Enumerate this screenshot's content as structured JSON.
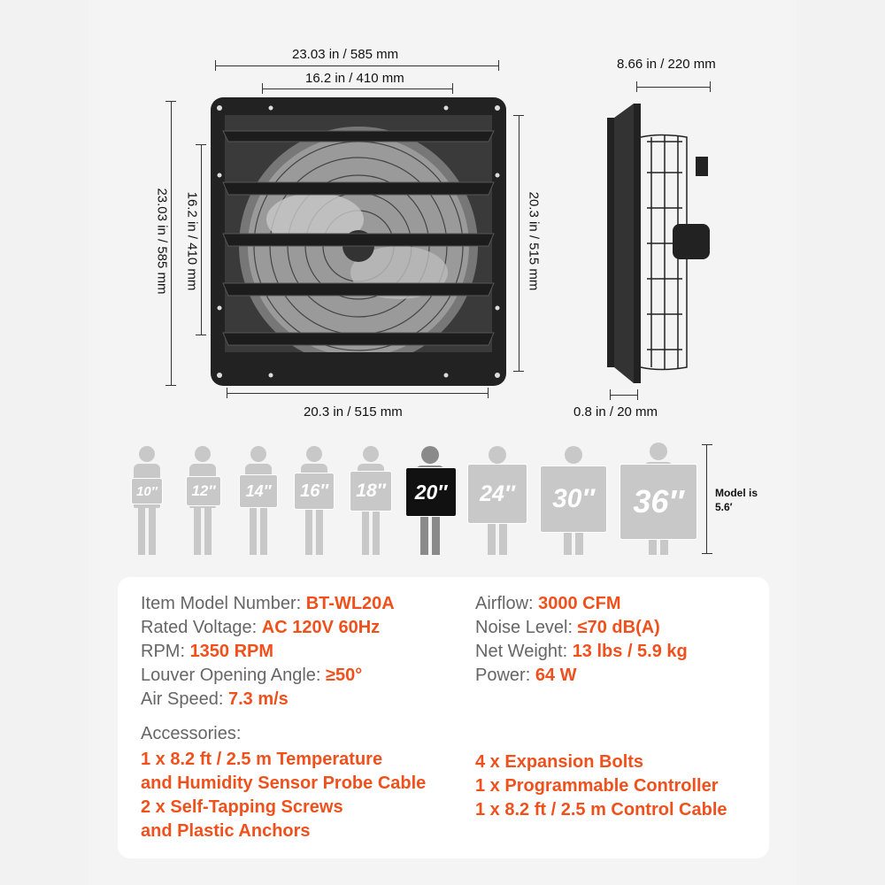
{
  "dimensions": {
    "front_width_outer": "23.03 in / 585 mm",
    "front_width_inner": "16.2 in / 410 mm",
    "front_height_outer": "23.03 in / 585 mm",
    "front_height_inner": "16.2 in / 410 mm",
    "front_height_frame": "20.3 in / 515 mm",
    "front_width_bottom": "20.3 in / 515 mm",
    "side_depth": "8.66 in / 220 mm",
    "side_flange": "0.8 in / 20 mm"
  },
  "size_chart": {
    "sizes": [
      "10″",
      "12″",
      "14″",
      "16″",
      "18″",
      "20″",
      "24″",
      "30″",
      "36″"
    ],
    "highlighted": "20″",
    "model_note_line1": "Model is",
    "model_note_line2": "5.6′"
  },
  "specs": {
    "left": [
      {
        "key": "Item Model Number: ",
        "value": "BT-WL20A"
      },
      {
        "key": "Rated Voltage: ",
        "value": "AC 120V 60Hz"
      },
      {
        "key": "RPM: ",
        "value": "1350 RPM"
      },
      {
        "key": "Louver Opening Angle: ",
        "value": "≥50°"
      },
      {
        "key": "Air Speed: ",
        "value": "7.3 m/s"
      }
    ],
    "right": [
      {
        "key": "Airflow: ",
        "value": "3000 CFM"
      },
      {
        "key": "Noise Level: ",
        "value": "≤70 dB(A)"
      },
      {
        "key": "Net Weight: ",
        "value": " 13 lbs /  5.9 kg"
      },
      {
        "key": "Power: ",
        "value": "64 W"
      }
    ],
    "accessories_title": "Accessories:",
    "accessories_left": [
      "1 x 8.2 ft / 2.5 m Temperature",
      "and Humidity Sensor Probe Cable",
      "2 x Self-Tapping Screws",
      "and Plastic Anchors"
    ],
    "accessories_right": [
      "4 x Expansion Bolts",
      "1 x Programmable Controller",
      "1 x 8.2 ft / 2.5 m Control Cable"
    ]
  },
  "colors": {
    "accent": "#f0501c",
    "figure_gray": "#c8c8c8",
    "figure_highlight": "#8a8a8a",
    "sign_dark": "#111111"
  }
}
